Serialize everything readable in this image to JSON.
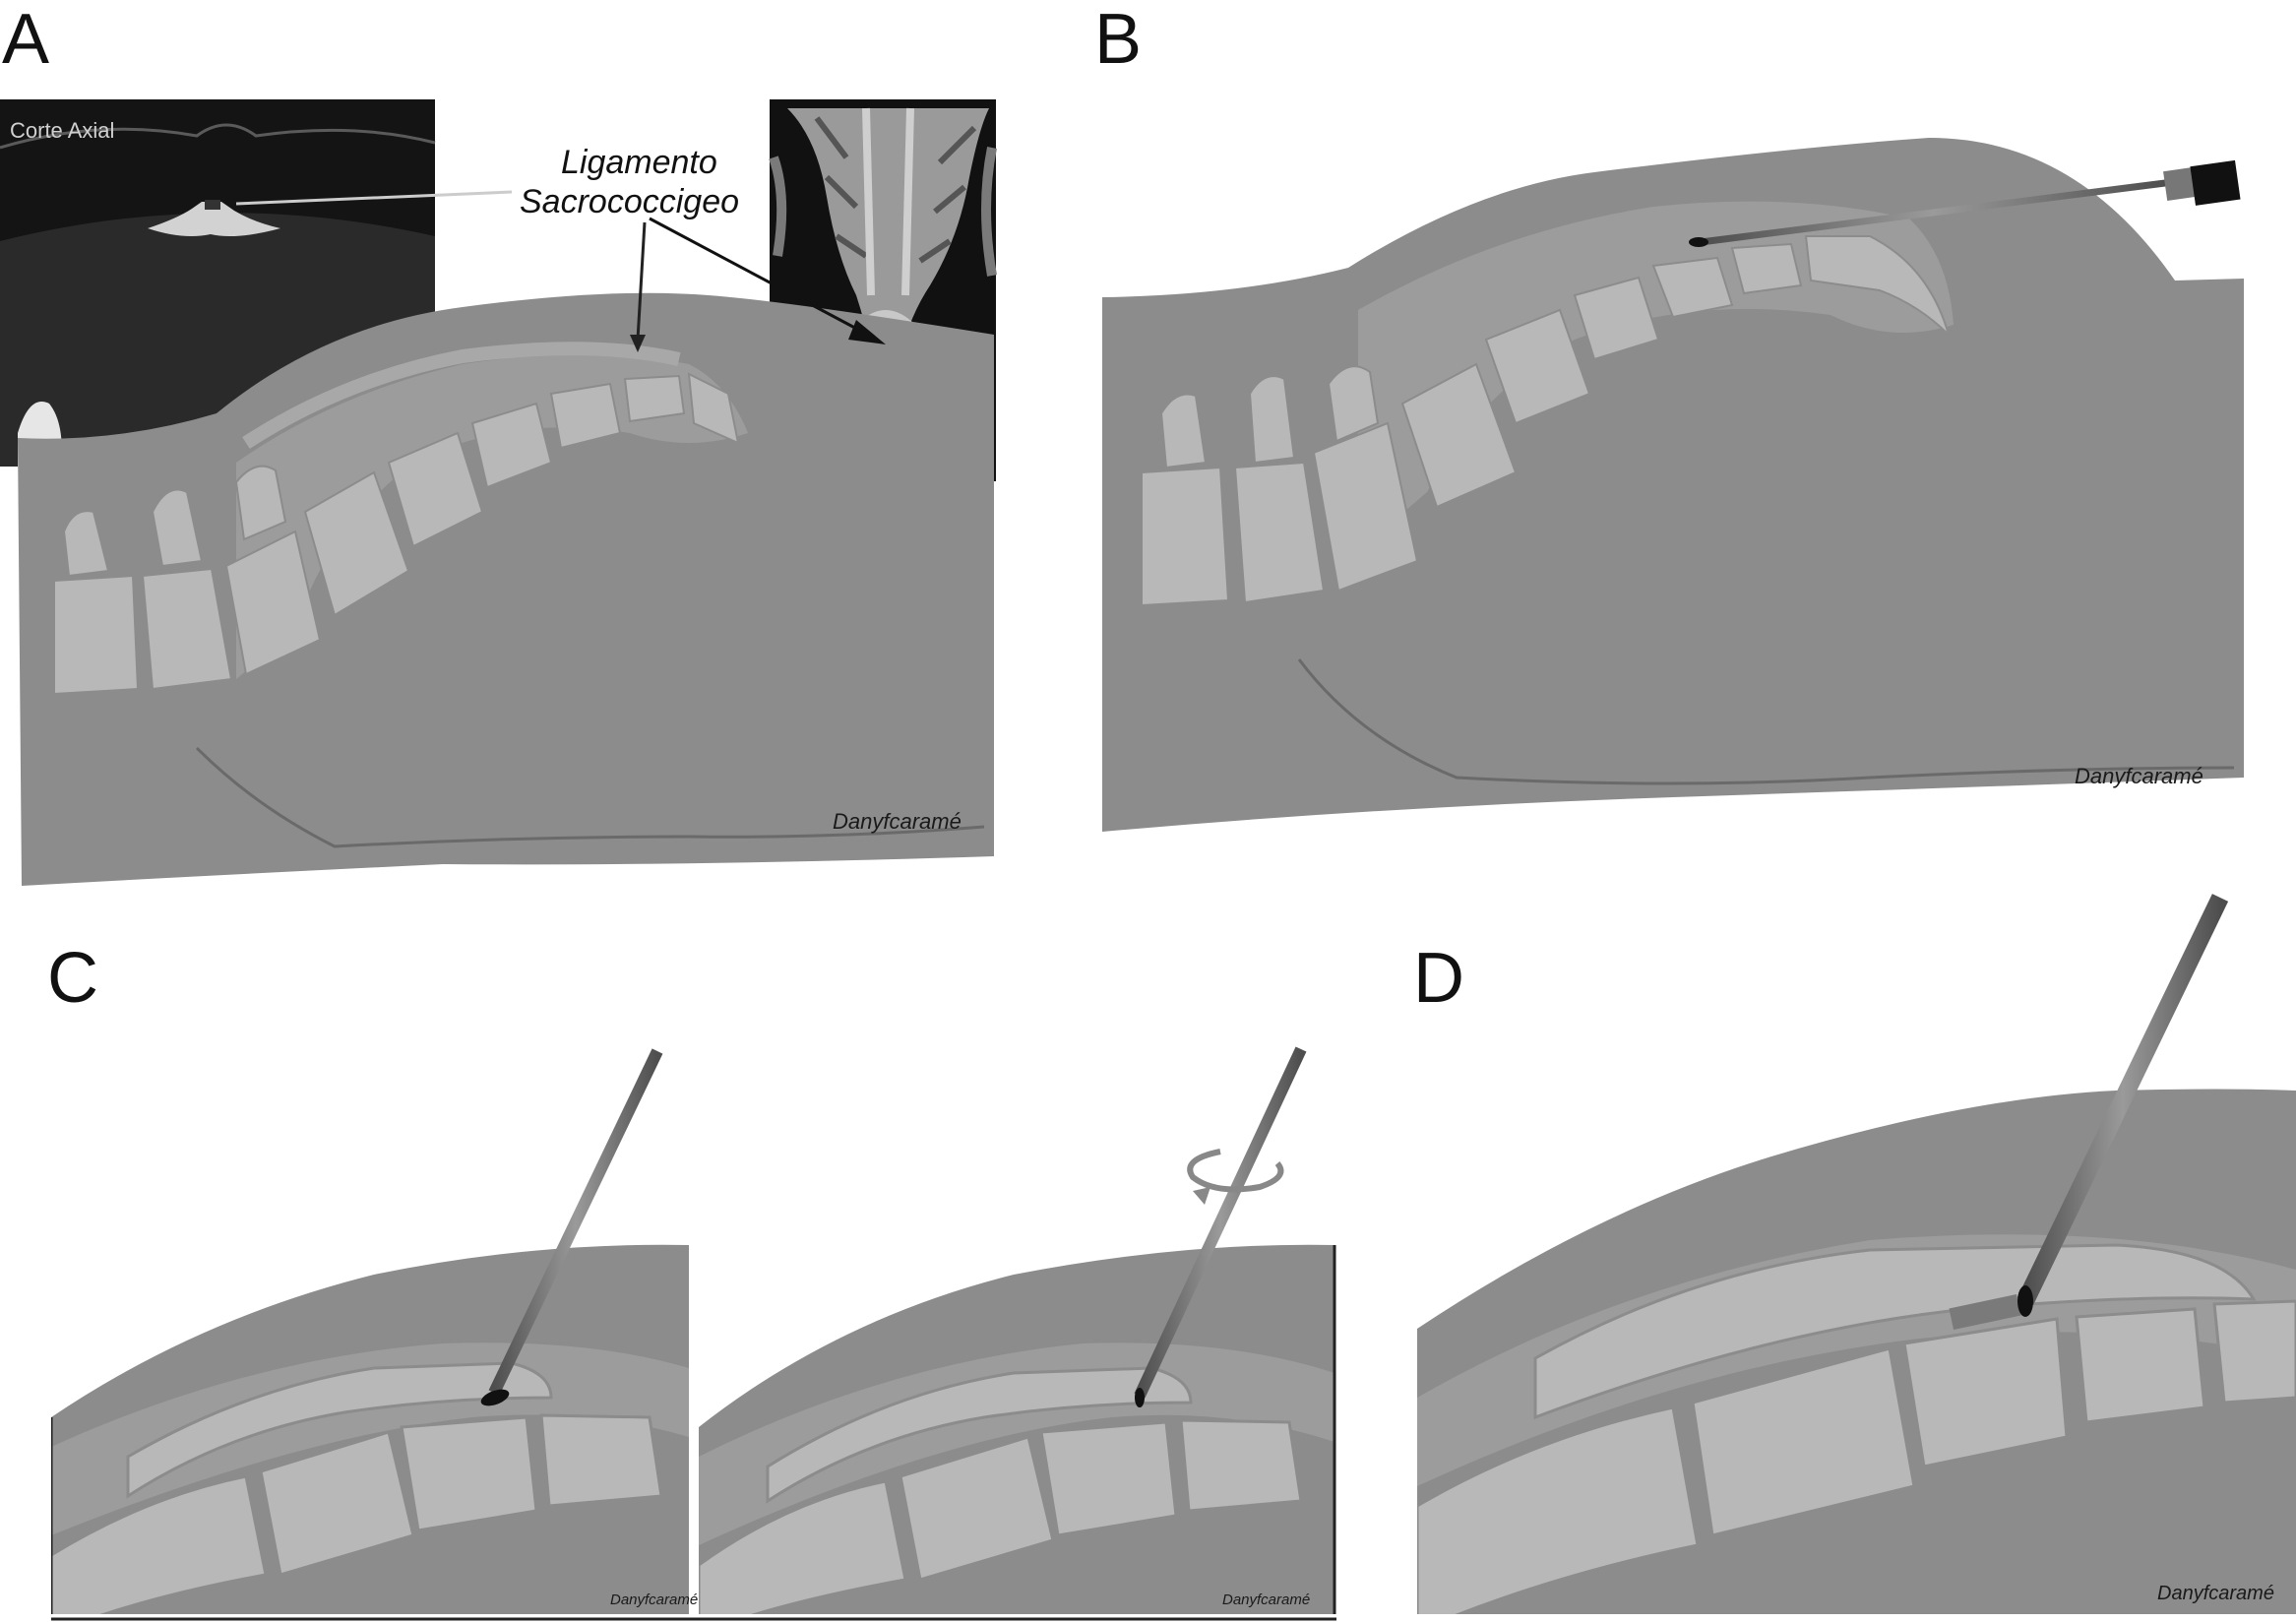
{
  "panels": {
    "a": {
      "letter": "A"
    },
    "b": {
      "letter": "B"
    },
    "c": {
      "letter": "C"
    },
    "d": {
      "letter": "D"
    }
  },
  "axial_inset": {
    "label": "Corte Axial"
  },
  "callout": {
    "line1": "Ligamento",
    "line2": "Sacrococcigeo"
  },
  "signature": "Danyfcaramé",
  "colors": {
    "tissue": "#8c8c8c",
    "bone": "#b8b8b8",
    "bone_dark": "#a4a4a4",
    "disc": "#7a7a7a",
    "needle": "#6e6e6e",
    "inset_bg": "#141414"
  }
}
